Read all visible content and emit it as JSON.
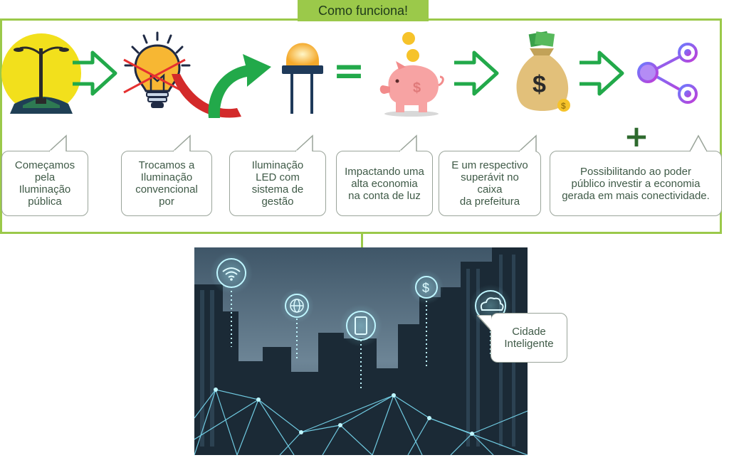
{
  "title": "Como funciona!",
  "steps": [
    {
      "text": "Começamos\npela\nIluminação\npública",
      "icon": "street-light-icon"
    },
    {
      "text": "Trocamos a\nIluminação\nconvencional\npor",
      "icon": "crossed-bulb-icon"
    },
    {
      "text": "Iluminação\nLED com\nsistema de\ngestão",
      "icon": "led-icon"
    },
    {
      "text": "Impactando uma\nalta economia\nna conta de luz",
      "icon": "piggy-bank-icon"
    },
    {
      "text": "E um respectivo\nsuperávit no\ncaixa\nda prefeitura",
      "icon": "money-bag-icon"
    },
    {
      "text": "Possibilitando ao poder\npúblico investir a economia\ngerada em mais conectividade.",
      "icon": "share-network-icon"
    }
  ],
  "operators": {
    "equals": "=",
    "plus": "+"
  },
  "city": {
    "callout": "Cidade\nInteligente",
    "icons": [
      "wifi-icon",
      "globe-icon",
      "tablet-icon",
      "dollar-icon",
      "cloud-icon"
    ]
  },
  "colors": {
    "accent": "#9bc94a",
    "arrow_green": "#22a94a",
    "arrow_red": "#d32a2a",
    "text": "#3f5a47"
  }
}
